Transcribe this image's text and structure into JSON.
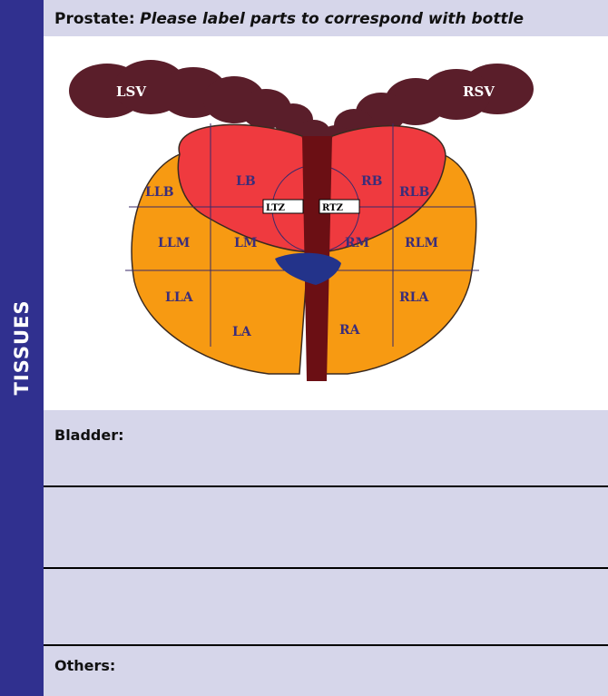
{
  "side_label": "TISSUES",
  "header": {
    "title_bold": "Prostate:",
    "title_italic": "Please label parts to correspond with bottle"
  },
  "diagram": {
    "labels": {
      "lsv": "LSV",
      "rsv": "RSV",
      "lb": "LB",
      "rb": "RB",
      "llb": "LLB",
      "rlb": "RLB",
      "ltz": "LTZ",
      "rtz": "RTZ",
      "llm": "LLM",
      "lm": "LM",
      "rm": "RM",
      "rlm": "RLM",
      "lla": "LLA",
      "rla": "RLA",
      "la": "LA",
      "ra": "RA"
    },
    "colors": {
      "seminal_vesicle": "#5a1e2a",
      "base_zone": "#ef3a3f",
      "apex_zone": "#f79a12",
      "urethra": "#6b0f14",
      "verumontanum": "#23338a",
      "zone_label": "#3b2d7a"
    }
  },
  "sections": {
    "bladder": "Bladder:",
    "others": "Others:"
  },
  "colors": {
    "band": "#30308f",
    "row_bg": "#d6d6ea"
  }
}
